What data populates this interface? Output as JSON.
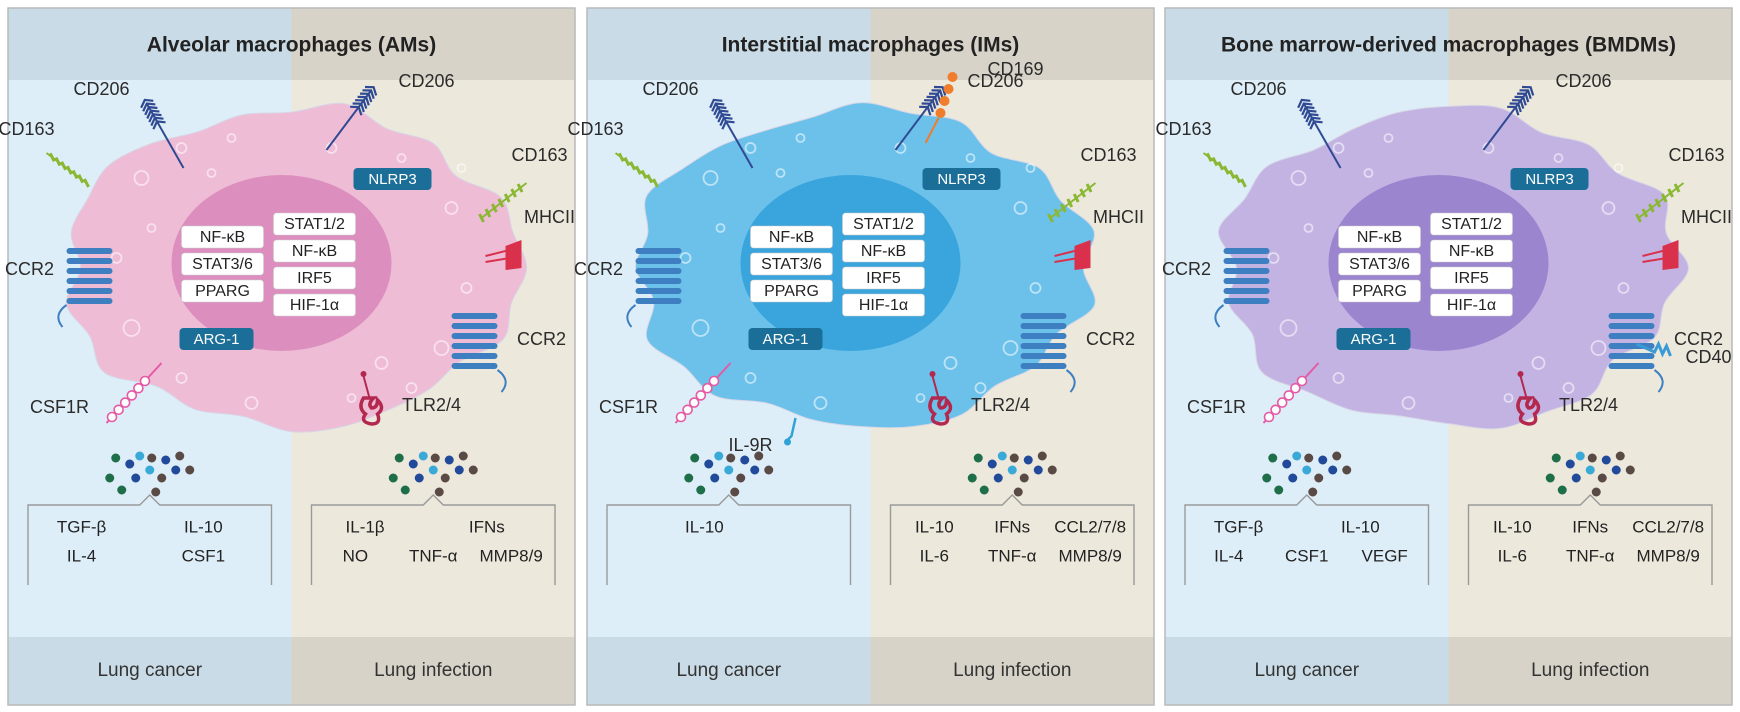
{
  "colors": {
    "left_bg": "#deeef8",
    "right_bg": "#ece8dc",
    "header_left": "#c9dbe6",
    "header_right": "#d7d3c8",
    "panel_border": "#b9b9b9",
    "chip": "#1a6e98",
    "receptor_blue": "#3d7fc0",
    "mhc_red": "#d9304b",
    "csf1r_pink": "#e45ba5",
    "cd206_blue": "#2f4a93",
    "cd163_green": "#8ab833",
    "cd169_orange": "#ef7d2b",
    "tlr_red": "#b3284e"
  },
  "panels": [
    {
      "title": "Alveolar macrophages (AMs)",
      "cell_color": "#efbcd6",
      "nucleus_color": "#dc8fbe",
      "markers": {
        "cd206_left": "CD206",
        "cd206_right": "CD206",
        "cd163_left": "CD163",
        "cd163_right": "CD163",
        "ccr2_left": "CCR2",
        "ccr2_right": "CCR2",
        "mhcii": "MHCII",
        "csf1r": "CSF1R",
        "tlr": "TLR2/4"
      },
      "chips": {
        "top": "NLRP3",
        "bottom": "ARG-1"
      },
      "left_factors": [
        "NF-κB",
        "STAT3/6",
        "PPARG"
      ],
      "right_factors": [
        "STAT1/2",
        "NF-κB",
        "IRF5",
        "HIF-1α"
      ],
      "left_cytokines": {
        "r1": [
          "TGF-β",
          "IL-10"
        ],
        "r2": [
          "IL-4",
          "CSF1"
        ]
      },
      "right_cytokines": {
        "r1": [
          "IL-1β",
          "IFNs"
        ],
        "r2": [
          "NO",
          "TNF-α",
          "MMP8/9"
        ]
      },
      "footer_left": "Lung cancer",
      "footer_right": "Lung infection"
    },
    {
      "title": "Interstitial macrophages (IMs)",
      "cell_color": "#6cc1ea",
      "nucleus_color": "#3aa5dd",
      "markers": {
        "cd206_left": "CD206",
        "cd206_right": "CD206",
        "cd163_left": "CD163",
        "cd163_right": "CD163",
        "ccr2_left": "CCR2",
        "ccr2_right": "CCR2",
        "mhcii": "MHCII",
        "csf1r": "CSF1R",
        "tlr": "TLR2/4",
        "cd169": "CD169",
        "il9r": "IL-9R"
      },
      "chips": {
        "top": "NLRP3",
        "bottom": "ARG-1"
      },
      "left_factors": [
        "NF-κB",
        "STAT3/6",
        "PPARG"
      ],
      "right_factors": [
        "STAT1/2",
        "NF-κB",
        "IRF5",
        "HIF-1α"
      ],
      "left_cytokines": {
        "r1": [
          "IL-10"
        ],
        "r2": []
      },
      "right_cytokines": {
        "r1": [
          "IL-10",
          "IFNs",
          "CCL2/7/8"
        ],
        "r2": [
          "IL-6",
          "TNF-α",
          "MMP8/9"
        ]
      },
      "footer_left": "Lung cancer",
      "footer_right": "Lung infection"
    },
    {
      "title": "Bone marrow-derived macrophages (BMDMs)",
      "cell_color": "#c3b3e3",
      "nucleus_color": "#9b85cf",
      "markers": {
        "cd206_left": "CD206",
        "cd206_right": "CD206",
        "cd163_left": "CD163",
        "cd163_right": "CD163",
        "ccr2_left": "CCR2",
        "ccr2_right": "CCR2",
        "mhcii": "MHCII",
        "csf1r": "CSF1R",
        "tlr": "TLR2/4",
        "cd40": "CD40"
      },
      "chips": {
        "top": "NLRP3",
        "bottom": "ARG-1"
      },
      "left_factors": [
        "NF-κB",
        "STAT3/6",
        "PPARG"
      ],
      "right_factors": [
        "STAT1/2",
        "NF-κB",
        "IRF5",
        "HIF-1α"
      ],
      "left_cytokines": {
        "r1": [
          "TGF-β",
          "IL-10"
        ],
        "r2": [
          "IL-4",
          "CSF1",
          "VEGF"
        ]
      },
      "right_cytokines": {
        "r1": [
          "IL-10",
          "IFNs",
          "CCL2/7/8"
        ],
        "r2": [
          "IL-6",
          "TNF-α",
          "MMP8/9"
        ]
      },
      "footer_left": "Lung cancer",
      "footer_right": "Lung infection"
    }
  ]
}
